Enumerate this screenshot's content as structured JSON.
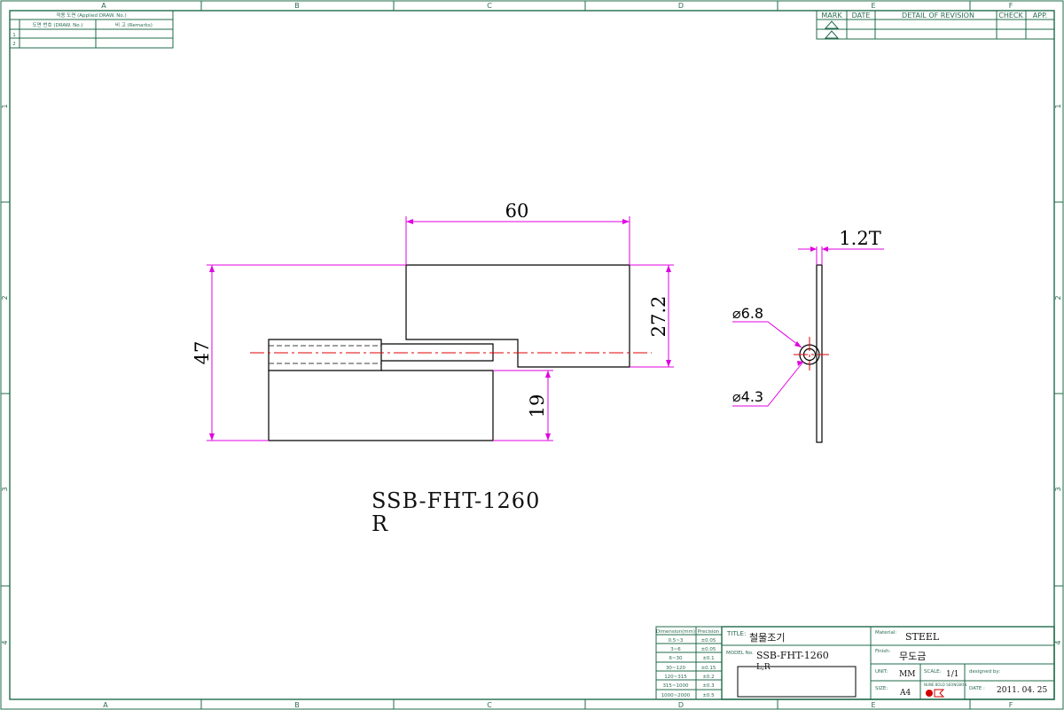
{
  "zones": {
    "columns": [
      "A",
      "B",
      "C",
      "D",
      "E",
      "F"
    ],
    "rows": [
      "1",
      "2",
      "3",
      "4"
    ]
  },
  "applied_table": {
    "header": "적용 도면 (Applied DRAW. No.)",
    "col_drawno": "도면 번호 (DRAW. No.)",
    "col_remarks": "비 고 (Remarks)",
    "rows": [
      "1",
      "2"
    ]
  },
  "revision_table": {
    "mark": "MARK",
    "date": "DATE",
    "detail": "DETAIL OF REVISION",
    "check": "CHECK",
    "app": "APP."
  },
  "drawing": {
    "dims": {
      "width_top": "60",
      "height_right": "27.2",
      "height_left": "47",
      "height_bottom": "19",
      "thickness": "1.2T",
      "outer_dia": "⌀6.8",
      "inner_dia": "⌀4.3"
    },
    "model_label": "SSB-FHT-1260",
    "model_suffix": "R"
  },
  "tolerance_table": {
    "header_dim": "Dimension(mm)",
    "header_prec": "Precision",
    "rows": [
      {
        "range": "0.5~3",
        "tol": "±0.05"
      },
      {
        "range": "3~6",
        "tol": "±0.05"
      },
      {
        "range": "6~30",
        "tol": "±0.1"
      },
      {
        "range": "30~120",
        "tol": "±0.15"
      },
      {
        "range": "120~315",
        "tol": "±0.2"
      },
      {
        "range": "315~1000",
        "tol": "±0.3"
      },
      {
        "range": "1000~2000",
        "tol": "±0.5"
      }
    ]
  },
  "title_block": {
    "title_label": "TITLE:",
    "title_value": "철물조기",
    "model_label": "MODEL No.",
    "model_value": "SSB-FHT-1260",
    "model_sub": "L,R",
    "material_label": "Material:",
    "material_value": "STEEL",
    "finish_label": "Finish:",
    "finish_value": "무도금",
    "unit_label": "UNIT:",
    "unit_value": "MM",
    "scale_label": "SCALE:",
    "scale_value": "1/1",
    "designed_label": "designed by:",
    "size_label": "SIZE:",
    "size_value": "A4",
    "logo_text": "NUNE BOLD SEONGBON",
    "date_label": "DATE :",
    "date_value": "2011. 04. 25"
  },
  "colors": {
    "frame": "#1f6b4a",
    "dimension": "#e000e0",
    "centerline": "#e00000",
    "part": "#000000"
  }
}
